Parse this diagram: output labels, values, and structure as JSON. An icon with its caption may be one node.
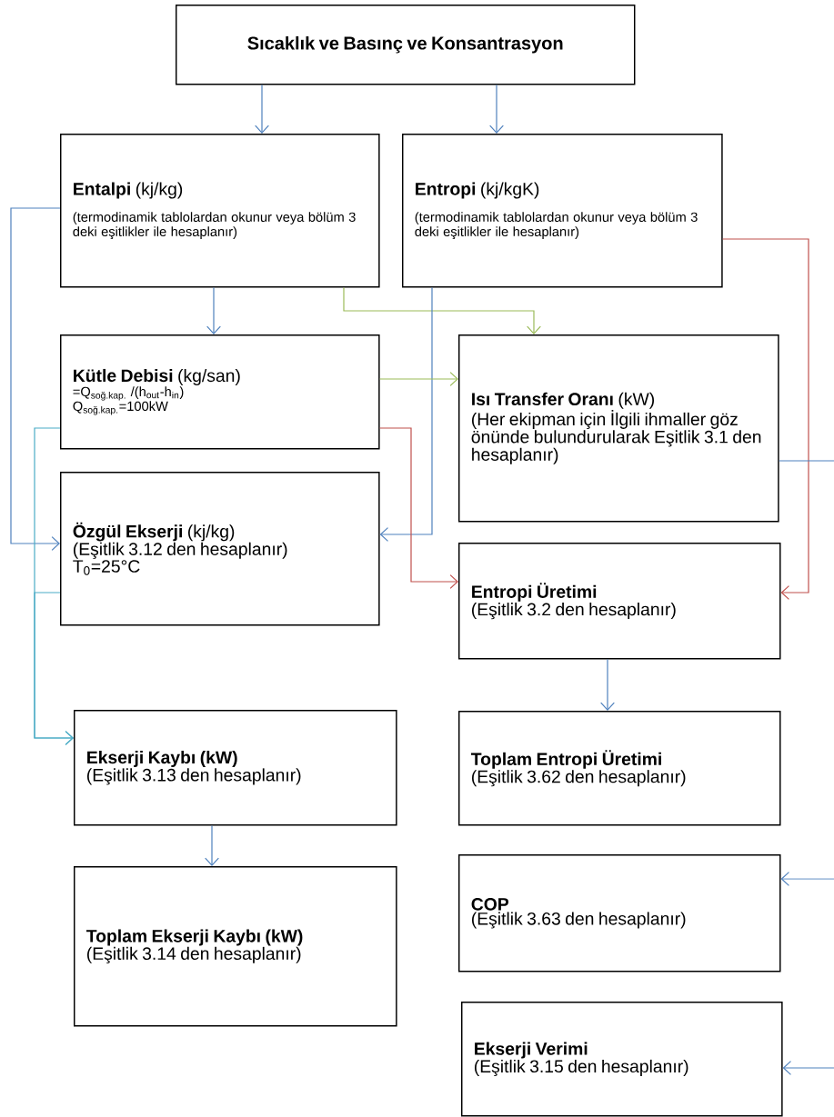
{
  "diagram": {
    "nodes": [
      {
        "text": [
          "Sıcaklık ve Basınç ve Konsantrasyon"
        ]
      },
      {
        "text": [
          "**Entalpi** (kj/kg)",
          "(termodinamik tablolardan okunur veya bölüm 3 deki eşitlikler ile hesaplanır)"
        ]
      },
      {
        "text": [
          "**Entropi** (kj/kgK)",
          "(termodinamik tablolardan okunur veya bölüm 3 deki eşitlikler ile hesaplanır)"
        ]
      },
      {
        "text": [
          "**Kütle Debisi** (kg/san)",
          "=Q$_{soğ.kap.}$ /(h$_{out}$-h$_{in}$)",
          "Q$_{soğ.kap.}$=100kW"
        ]
      },
      {
        "text": [
          "**Isı Transfer Oranı** (kW)",
          "(Her ekipman için İlgili ihmaller göz önünde bulundurularak Eşitlik 3.1 den hesaplanır)"
        ]
      },
      {
        "text": [
          "**Özgül Ekserji** (kj/kg)",
          "(Eşitlik 3.12 den hesaplanır)",
          "T$_{0}$=25°C"
        ]
      },
      {
        "text": [
          "Entropi Üretimi",
          "(Eşitlik 3.2 den hesaplanır)"
        ]
      },
      {
        "text": [
          "Ekserji Kaybı (kW)",
          "(Eşitlik 3.13 den hesaplanır)"
        ]
      },
      {
        "text": [
          "Toplam Entropi Üretimi",
          "(Eşitlik 3.62 den hesaplanır)"
        ]
      },
      {
        "text": [
          "Toplam Ekserji Kaybı (kW)",
          "(Eşitlik 3.14 den hesaplanır)"
        ]
      },
      {
        "text": [
          "COP",
          "(Eşitlik 3.63 den hesaplanır)"
        ]
      },
      {
        "text": [
          "Ekserji Verimi",
          "(Eşitlik 3.15 den hesaplanır)"
        ]
      }
    ],
    "edges": [
      {
        "from": 0,
        "to": 1,
        "arrow": "to"
      },
      {
        "from": 0,
        "to": 2,
        "arrow": "to"
      },
      {
        "from": 1,
        "to": 3,
        "arrow": "to"
      },
      {
        "from": 1,
        "to": 5,
        "arrow": "to"
      },
      {
        "from": 1,
        "to": 4,
        "arrow": "to",
        "color": "#9bbb59"
      },
      {
        "from": 2,
        "to": 5,
        "arrow": "to"
      },
      {
        "from": 2,
        "to": 6,
        "arrow": "to",
        "color": "#c0504d"
      },
      {
        "from": 3,
        "to": 4,
        "arrow": "to",
        "color": "#9bbb59"
      },
      {
        "from": 3,
        "to": 6,
        "arrow": "to",
        "color": "#c0504d"
      },
      {
        "from": 3,
        "to": 7,
        "arrow": "to",
        "color": "#4bacc6"
      },
      {
        "from": 5,
        "to": 7,
        "arrow": "to",
        "color": "#4bacc6"
      },
      {
        "from": 6,
        "to": 8,
        "arrow": "to"
      },
      {
        "from": 7,
        "to": 9,
        "arrow": "to"
      },
      {
        "from": 4,
        "to": null,
        "arrow": "none"
      },
      {
        "from": null,
        "to": 10,
        "arrow": "to"
      },
      {
        "from": null,
        "to": 11,
        "arrow": "to"
      }
    ]
  }
}
